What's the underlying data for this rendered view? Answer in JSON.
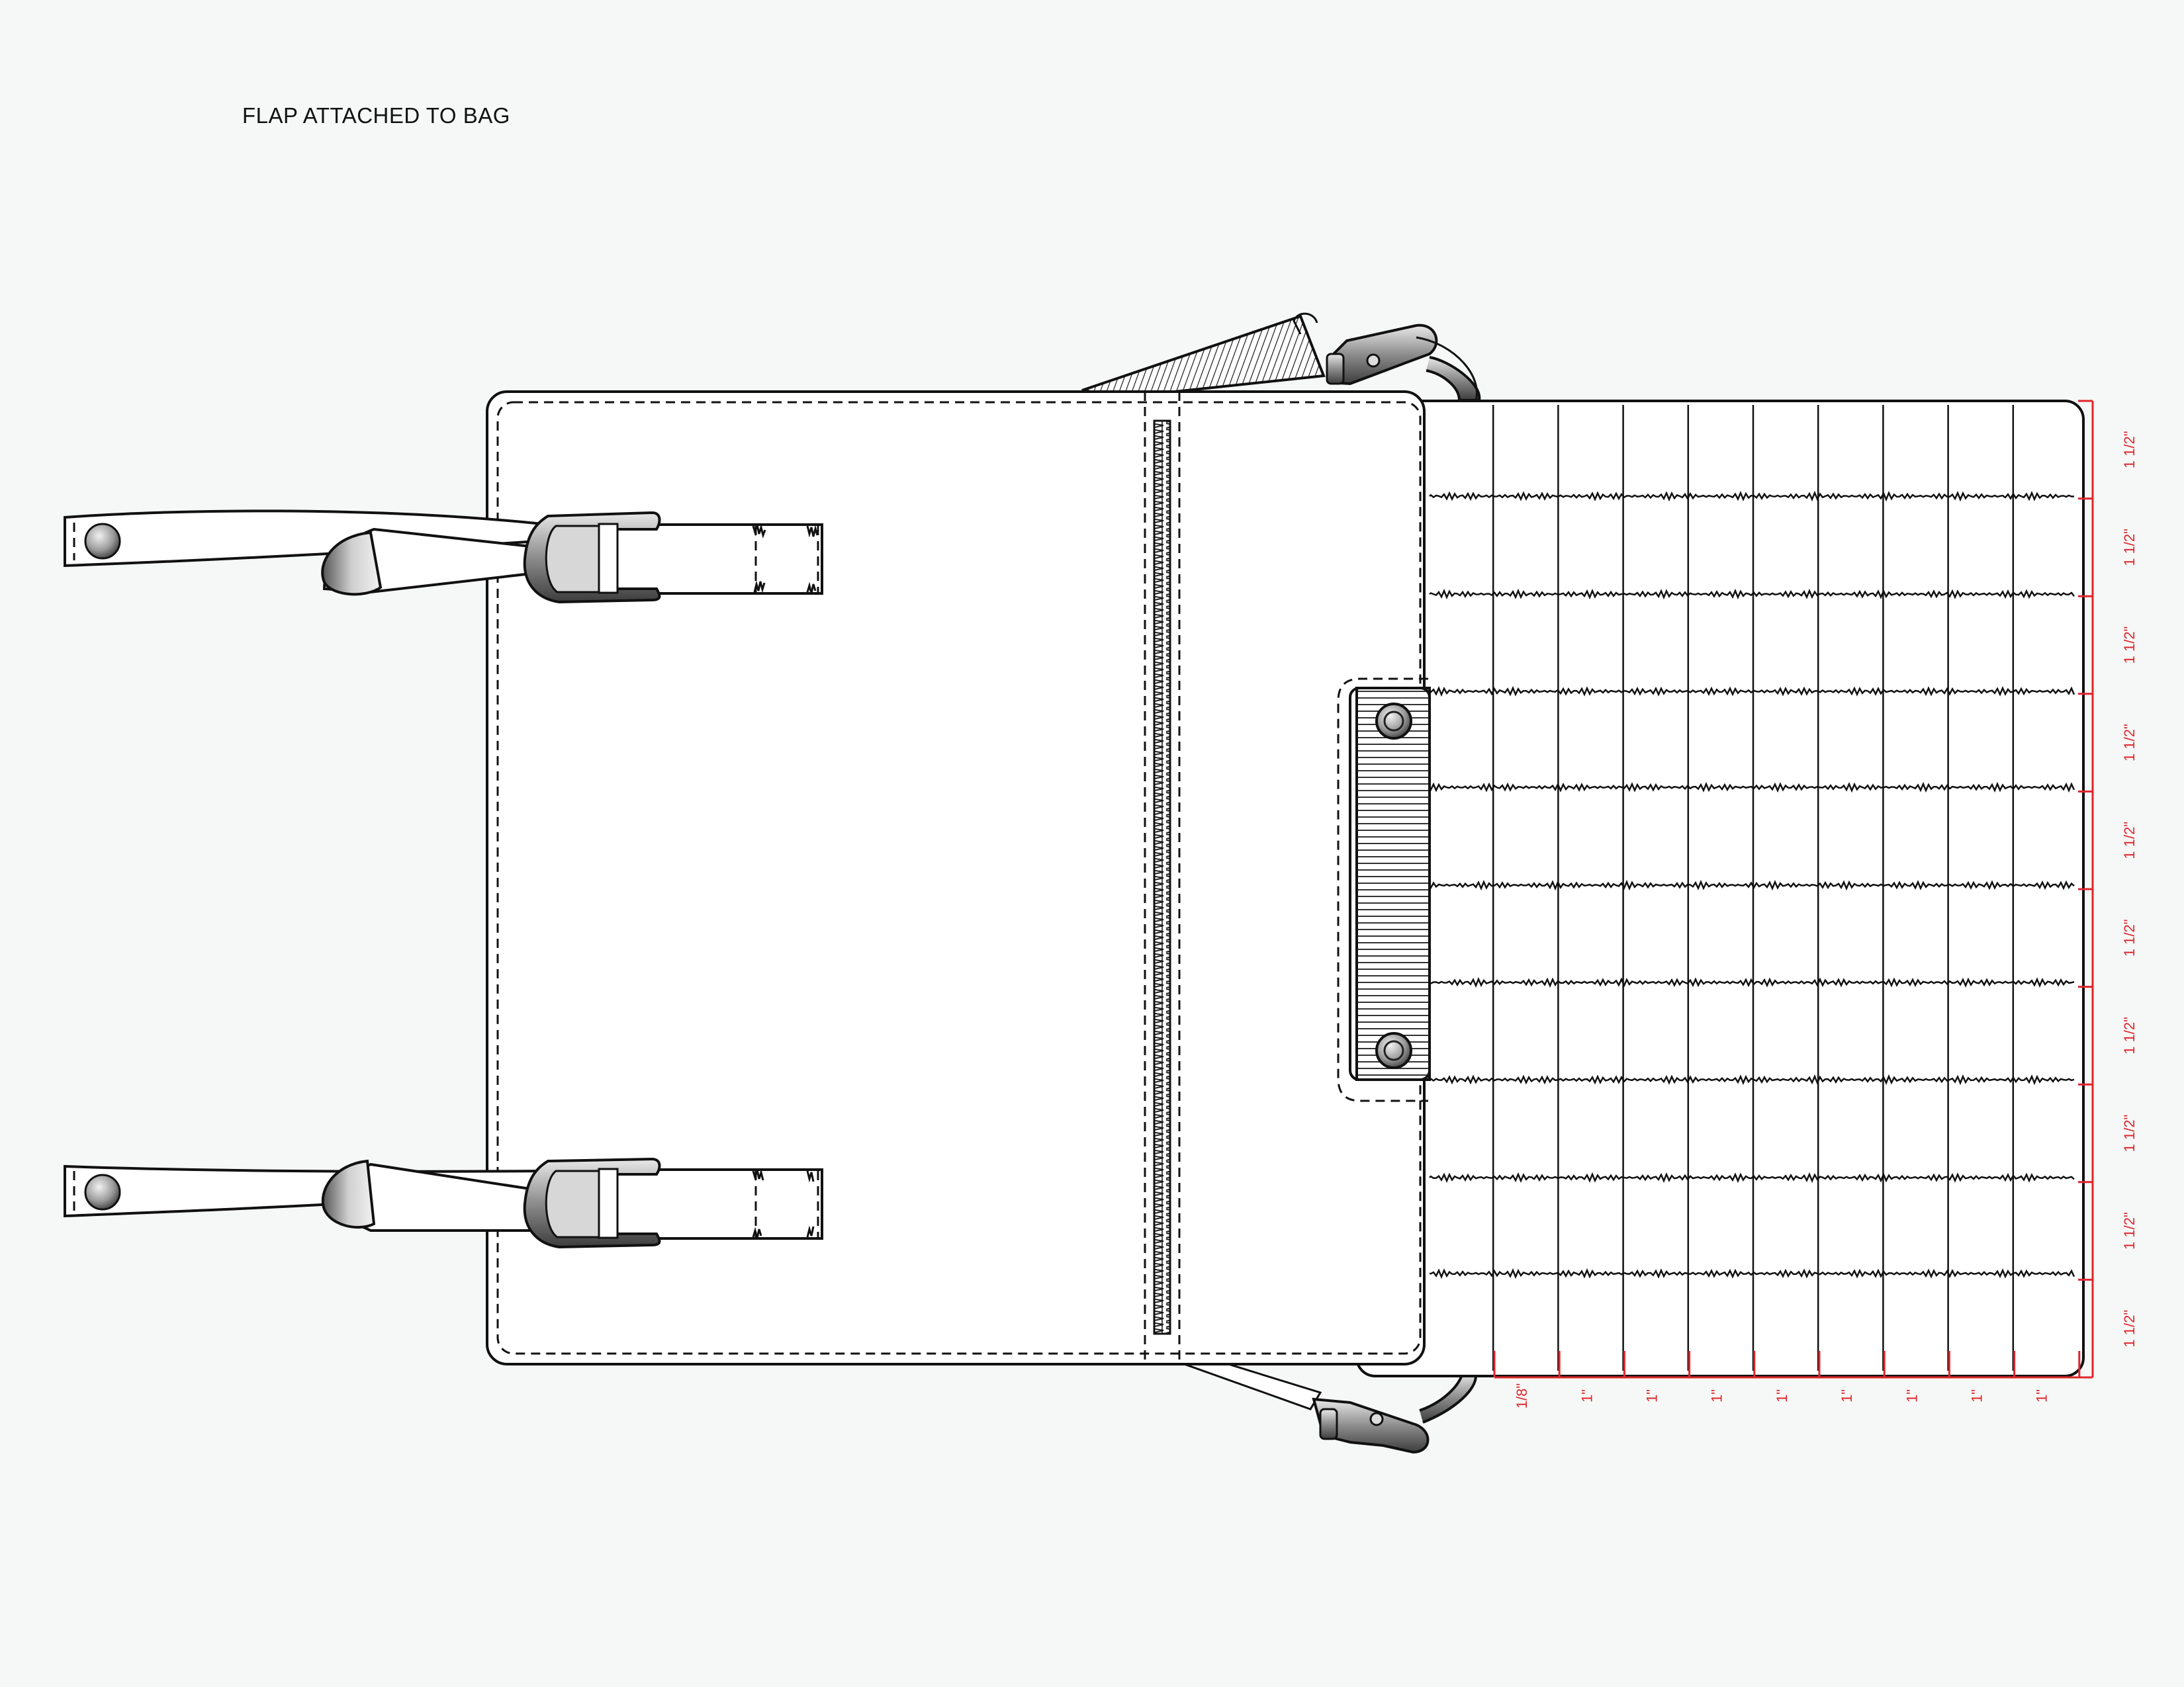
{
  "title": "FLAP ATTACHED TO BAG",
  "colors": {
    "measure": "#e0262c",
    "line": "#111111",
    "background": "#f6f8f7"
  },
  "flap": {
    "columns": 10,
    "rows": 10
  },
  "dimensions": {
    "vertical_label": "1 1/2\"",
    "vertical_count": 10,
    "horizontal_first": "1/8\"",
    "horizontal_label": "1\"",
    "horizontal_count": 8
  }
}
